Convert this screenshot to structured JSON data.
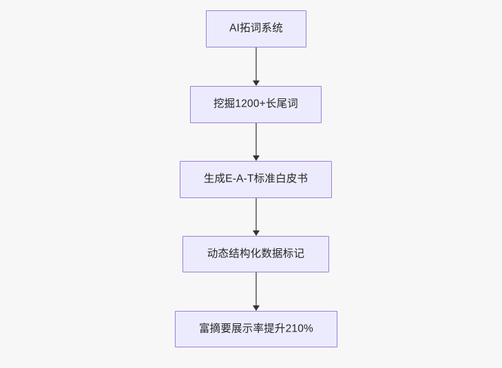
{
  "diagram": {
    "type": "flowchart",
    "direction": "top-to-bottom",
    "background_color": "#f7f7f8",
    "node_fill_color": "#ecebfd",
    "node_border_color": "#9a7fd4",
    "node_text_color": "#262626",
    "edge_color": "#7f7f7f",
    "arrowhead_color": "#333333",
    "nodes": [
      {
        "id": "n1",
        "label": "AI拓词系统"
      },
      {
        "id": "n2",
        "label": "挖掘1200+长尾词"
      },
      {
        "id": "n3",
        "label": "生成E-A-T标准白皮书"
      },
      {
        "id": "n4",
        "label": "动态结构化数据标记"
      },
      {
        "id": "n5",
        "label": "富摘要展示率提升210%"
      }
    ],
    "edges": [
      {
        "from": "n1",
        "to": "n2"
      },
      {
        "from": "n2",
        "to": "n3"
      },
      {
        "from": "n3",
        "to": "n4"
      },
      {
        "from": "n4",
        "to": "n5"
      }
    ]
  }
}
